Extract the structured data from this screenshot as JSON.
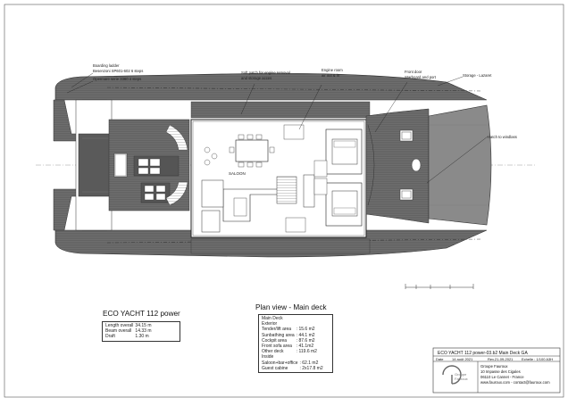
{
  "annotations": {
    "boarding_ladder": "Boarding ladder",
    "besenzoni_1": "Besenzoni SP601-602 6 steps",
    "besenzoni_2": "Opermare serie 3360 4 steps",
    "soft_patch_1": "Soft patch for engine removal",
    "soft_patch_2": "and storage acces",
    "engine_room_1": "Engine room",
    "engine_room_2": "air out & in",
    "front_door_1": "Front door",
    "front_door_2": "Starboard and port",
    "storage": "Storage - Lazaret",
    "hatch": "Hatch to windlass",
    "saloon": "SALOON"
  },
  "main_title": "ECO YACHT 112 power",
  "plan_title": "Plan view - Main deck",
  "dimensions": [
    {
      "label": "Length overall",
      "value": "34.15 m"
    },
    {
      "label": "Beam overall",
      "value": "14.33 m"
    },
    {
      "label": "Draft",
      "value": "1.30 m"
    }
  ],
  "areas": {
    "heading": "Main Deck",
    "groups": [
      {
        "title": "Exterior",
        "rows": [
          {
            "label": "Tender/lift area",
            "value": ": 15.6 m2"
          },
          {
            "label": "Sunbathing area",
            "value": ": 44.1 m2"
          },
          {
            "label": "Cockpit area",
            "value": ": 87.6 m2"
          },
          {
            "label": "Front sofa area",
            "value": ": 41.1m2"
          },
          {
            "label": "Other deck",
            "value": ": 119.6 m2"
          }
        ]
      },
      {
        "title": "Inside",
        "rows": [
          {
            "label": "Saloon+bar+office",
            "value": ": 62.1 m2"
          },
          {
            "label": "Guest cabine",
            "value": ": 2x17.8 m2"
          }
        ]
      }
    ]
  },
  "title_block": {
    "drawing_title": "ECO YACHT 112 power-03.b2 Main Deck GA",
    "date_label": "Date",
    "date": "14 août 2021",
    "revision": "Rev.21-09-2021",
    "scale": "Echelle : 1/100 A3H",
    "company": "Groupe Fauroux",
    "address_1": "10 Impasse des Cigales",
    "address_2": "06110 Le Cannet - France",
    "contact": "www.fauroux.com - contact@fauroux.com",
    "logo_text_1": "Groupe",
    "logo_text_2": "Fauroux"
  },
  "colors": {
    "deck_teak": "#6f6f6f",
    "deck_dark": "#555555",
    "line": "#333333",
    "grey_zone": "#8a8a8a"
  }
}
